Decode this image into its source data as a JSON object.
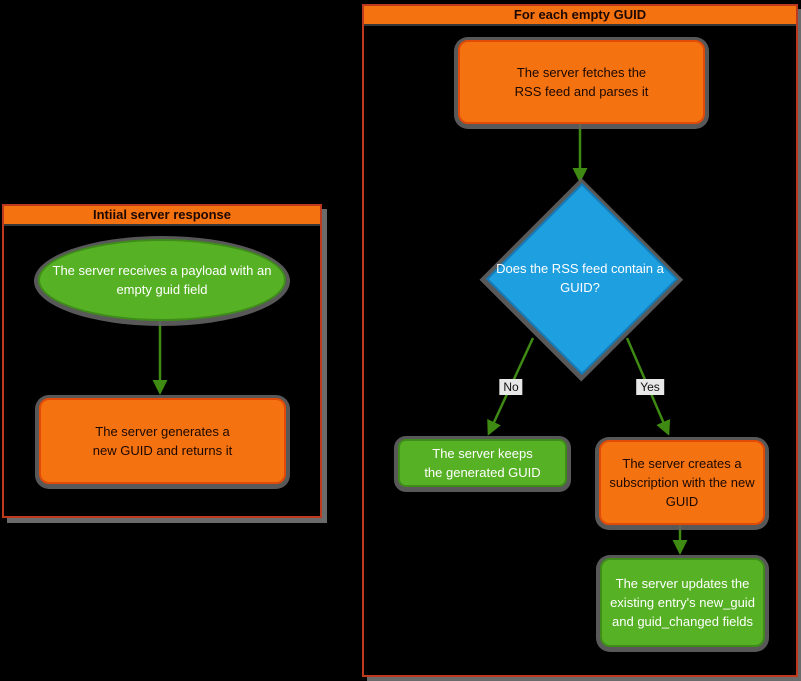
{
  "colors": {
    "orange": "#f47210",
    "orange-border": "#e24a07",
    "green": "#56b224",
    "green-border": "#3f8c1a",
    "blue": "#1e9fe0",
    "blue-border": "#157ab5",
    "cluster-border": "#bf391e",
    "edge": "#3e8a12",
    "label-bg": "#e8e8e8",
    "dark-text": "#1c0800"
  },
  "diagram": {
    "clusters": {
      "initial": {
        "title": "Intiial server response"
      },
      "foreach": {
        "title": "For each empty GUID"
      }
    },
    "nodes": {
      "receives": {
        "label": "The server receives a payload with an\nempty guid field"
      },
      "generates": {
        "label": "The server generates a\nnew GUID and returns it"
      },
      "fetches": {
        "label": "The server fetches the\nRSS feed and parses it"
      },
      "contains": {
        "label": "Does the RSS feed contain a\nGUID?"
      },
      "keeps": {
        "label": "The server keeps\nthe generated GUID"
      },
      "creates": {
        "label": "The server creates a\nsubscription with the new\nGUID"
      },
      "updates": {
        "label": "The server updates the\nexisting entry's new_guid\nand guid_changed fields"
      }
    },
    "edges": {
      "no": {
        "label": "No"
      },
      "yes": {
        "label": "Yes"
      }
    }
  }
}
